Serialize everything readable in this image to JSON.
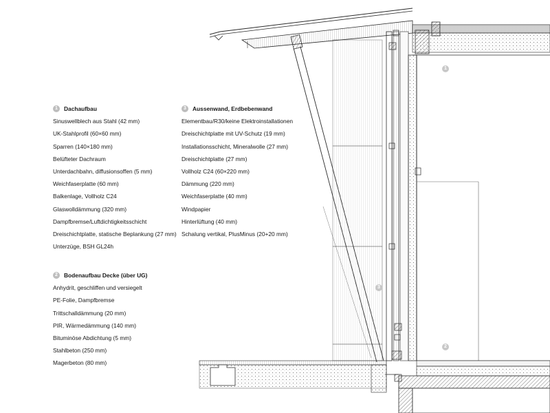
{
  "sections": [
    {
      "number": "1",
      "title": "Dachaufbau",
      "items": [
        "Sinuswellblech aus Stahl (42 mm)",
        "UK-Stahlprofil (60×60 mm)",
        "Sparren (140×180 mm)",
        "Belüfteter Dachraum",
        "Unterdachbahn, diffusionsoffen (5 mm)",
        "Weichfaserplatte (60 mm)",
        "Balkenlage, Vollholz C24",
        "Glaswolldämmung (320 mm)",
        "Dampfbremse/Luftdichtigkeitsschicht",
        "Dreischichtplatte, statische Beplankung (27 mm)",
        "Unterzüge, BSH GL24h"
      ]
    },
    {
      "number": "2",
      "title": "Bodenaufbau Decke (über UG)",
      "items": [
        "Anhydrit, geschliffen und versiegelt",
        "PE-Folie, Dampfbremse",
        "Trittschalldämmung (20 mm)",
        "PIR, Wärmedämmung (140 mm)",
        "Bituminöse Abdichtung (5 mm)",
        "Stahlbeton (250 mm)",
        "Magerbeton (80 mm)"
      ]
    },
    {
      "number": "3",
      "title": "Aussenwand, Erdbebenwand",
      "items": [
        "Elementbau/R30/keine Elektroinstallationen",
        "Dreischichtplatte mit UV-Schutz (19 mm)",
        "Installationsschicht, Mineralwolle (27 mm)",
        "Dreischichtplatte (27 mm)",
        "Vollholz C24 (60×220 mm)",
        "Dämmung (220 mm)",
        "Weichfaserplatte (40 mm)",
        "Windpapier",
        "Hinterlüftung (40 mm)",
        "Schalung vertikal, PlusMinus (20+20 mm)"
      ]
    }
  ],
  "callouts": [
    "1",
    "2",
    "3"
  ],
  "colors": {
    "line": "#2a2a2a",
    "callout": "#c8c8c8",
    "hatch": "#555555"
  }
}
